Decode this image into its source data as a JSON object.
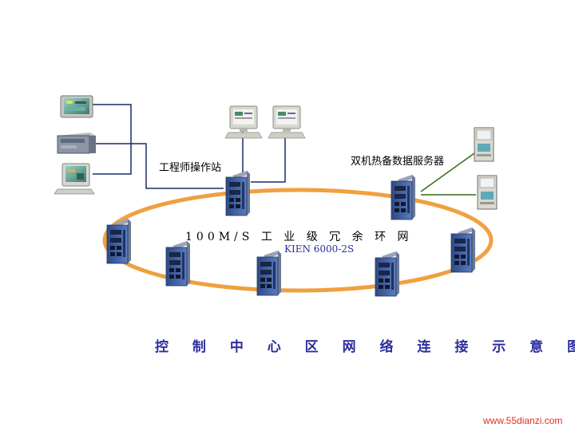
{
  "labels": {
    "engineer_station": "工程师操作站",
    "redundant_servers": "双机热备数据服务器",
    "ring_network": "100M/S 工 业 级 冗 余 环 网",
    "switch_model": "KIEN 6000-2S",
    "caption": "控 制 中 心 区 网 络 连 接 示 意 图",
    "watermark": "www.55dianzi.com"
  },
  "colors": {
    "ring": "#f0a040",
    "switch_body": "#3c5a9a",
    "link_line": "#1a2a6e",
    "server_line": "#3a6a1a",
    "caption": "#2b2f9e",
    "watermark": "#e03020"
  },
  "icons": {
    "switch": "industrial-ethernet-switch-icon",
    "workstation": "workstation-computer-icon",
    "server": "data-server-icon"
  }
}
